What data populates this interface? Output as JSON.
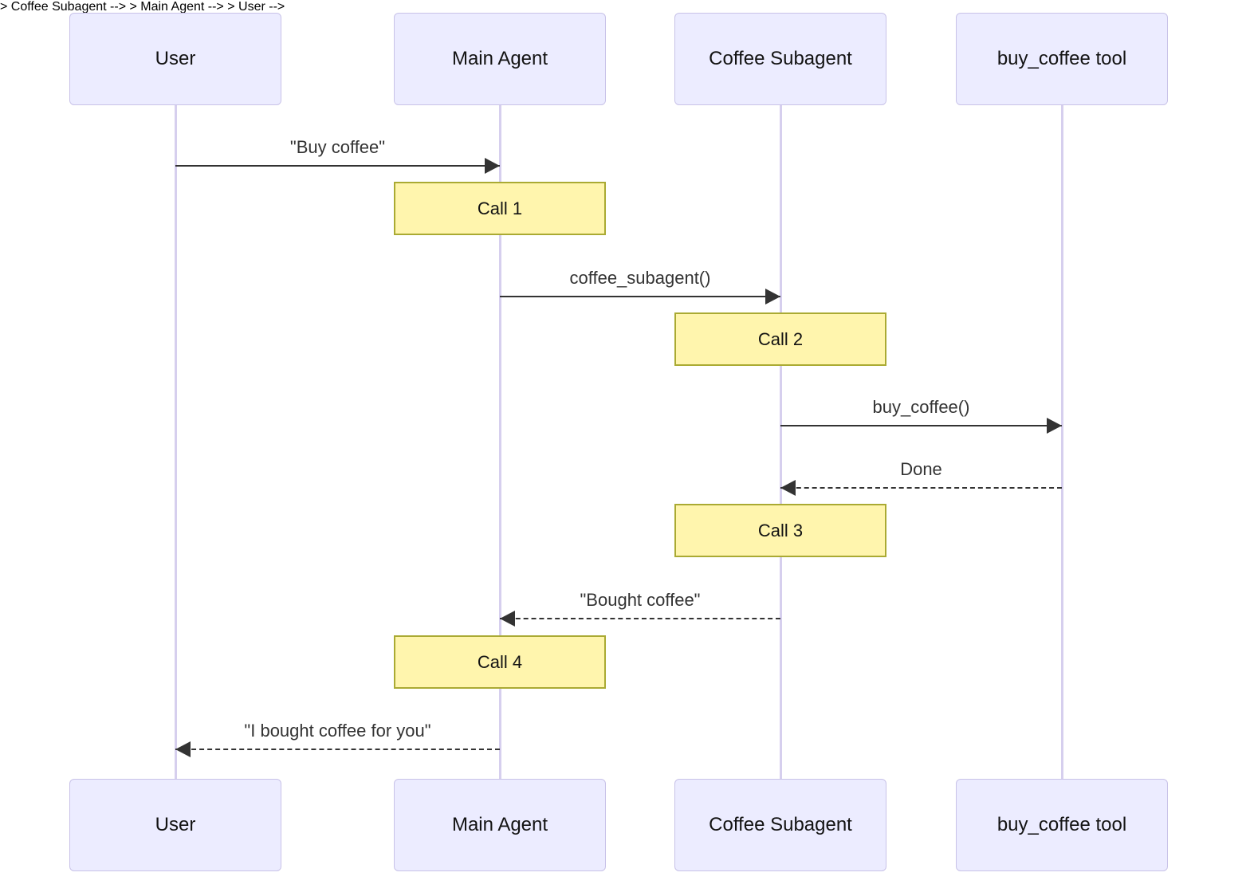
{
  "diagram_type": "sequence-diagram",
  "actors": [
    {
      "label": "User"
    },
    {
      "label": "Main Agent"
    },
    {
      "label": "Coffee Subagent"
    },
    {
      "label": "buy_coffee tool"
    }
  ],
  "messages": [
    {
      "label": "\"Buy coffee\"",
      "from": "User",
      "to": "Main Agent",
      "line": "solid",
      "direction": "right"
    },
    {
      "label": "coffee_subagent()",
      "from": "Main Agent",
      "to": "Coffee Subagent",
      "line": "solid",
      "direction": "right"
    },
    {
      "label": "buy_coffee()",
      "from": "Coffee Subagent",
      "to": "buy_coffee tool",
      "line": "solid",
      "direction": "right"
    },
    {
      "label": "Done",
      "from": "buy_coffee tool",
      "to": "Coffee Subagent",
      "line": "dashed",
      "direction": "left"
    },
    {
      "label": "\"Bought coffee\"",
      "from": "Coffee Subagent",
      "to": "Main Agent",
      "line": "dashed",
      "direction": "left"
    },
    {
      "label": "\"I bought coffee for you\"",
      "from": "Main Agent",
      "to": "User",
      "line": "dashed",
      "direction": "left"
    }
  ],
  "notes": [
    {
      "label": "Call 1",
      "over": "Main Agent"
    },
    {
      "label": "Call 2",
      "over": "Coffee Subagent"
    },
    {
      "label": "Call 3",
      "over": "Coffee Subagent"
    },
    {
      "label": "Call 4",
      "over": "Main Agent"
    }
  ],
  "colors": {
    "actor_fill": "#ECECFF",
    "actor_border": "#C8C2E8",
    "note_fill": "#FFF5AD",
    "note_border": "#AAAA33",
    "message_line": "#333333",
    "lifeline": "#D6CFEE",
    "label_text": "#333333",
    "actor_text": "#131313",
    "background": "#FFFFFF"
  }
}
